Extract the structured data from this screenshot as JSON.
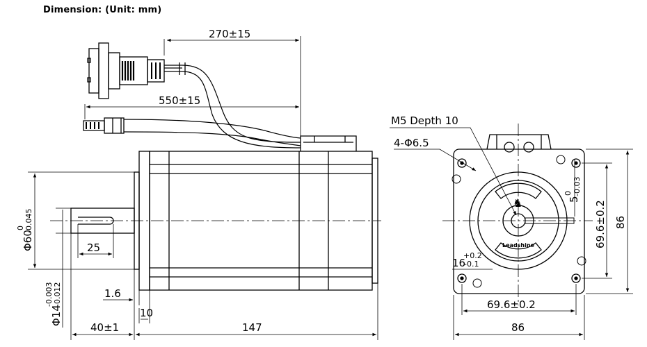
{
  "title": "Dimension: (Unit: mm)",
  "side_view": {
    "cable_length_1": "270±15",
    "cable_length_2": "550±15",
    "flange_diameter": "Φ60",
    "flange_tol_upper": "0",
    "flange_tol_lower": "-0.045",
    "shaft_diameter": "Φ14",
    "shaft_tol_upper": "-0.003",
    "shaft_tol_lower": "-0.012",
    "key_length": "25",
    "flange_step": "1.6",
    "flange_thickness": "10",
    "shaft_length": "40±1",
    "body_length": "147"
  },
  "front_view": {
    "tapped_hole": "M5 Depth 10",
    "mount_holes": "4-Φ6.5",
    "key_width": "5",
    "key_tol_upper": "0",
    "key_tol_lower": "-0.03",
    "key_height": "16",
    "key_height_tol_upper": "+0.2",
    "key_height_tol_lower": "-0.1",
    "hole_pitch_v": "69.6±0.2",
    "hole_pitch_h": "69.6±0.2",
    "body_width": "86",
    "body_height": "86",
    "logo_text": "Leadshine"
  }
}
